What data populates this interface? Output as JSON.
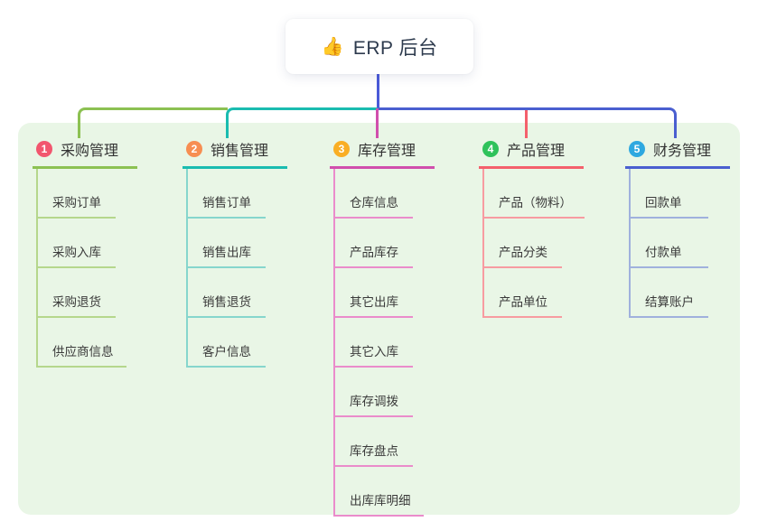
{
  "root": {
    "emoji": "👍",
    "label": "ERP 后台"
  },
  "branches": [
    {
      "num": "1",
      "label": "采购管理",
      "badge_color": "#f2566e",
      "line_color": "#8cc152",
      "child_line_color": "#b5d78c",
      "children": [
        "采购订单",
        "采购入库",
        "采购退货",
        "供应商信息"
      ]
    },
    {
      "num": "2",
      "label": "销售管理",
      "badge_color": "#f78e52",
      "line_color": "#1abcb0",
      "child_line_color": "#86d6cd",
      "children": [
        "销售订单",
        "销售出库",
        "销售退货",
        "客户信息"
      ]
    },
    {
      "num": "3",
      "label": "库存管理",
      "badge_color": "#f9ae24",
      "line_color": "#d14fad",
      "child_line_color": "#ea8ccb",
      "children": [
        "仓库信息",
        "产品库存",
        "其它出库",
        "其它入库",
        "库存调拨",
        "库存盘点",
        "出库库明细"
      ]
    },
    {
      "num": "4",
      "label": "产品管理",
      "badge_color": "#2fc25b",
      "line_color": "#f4606c",
      "child_line_color": "#f79ba1",
      "children": [
        "产品（物料）",
        "产品分类",
        "产品单位"
      ]
    },
    {
      "num": "5",
      "label": "财务管理",
      "badge_color": "#2ea8e0",
      "line_color": "#4a5fd0",
      "child_line_color": "#a0b1dd",
      "children": [
        "回款单",
        "付款单",
        "结算账户"
      ]
    }
  ],
  "colors": {
    "canvas_bg": "#ffffff",
    "panel_bg": "#e9f6e6",
    "root_connector": "#4a5ad8",
    "text": "#333333"
  }
}
